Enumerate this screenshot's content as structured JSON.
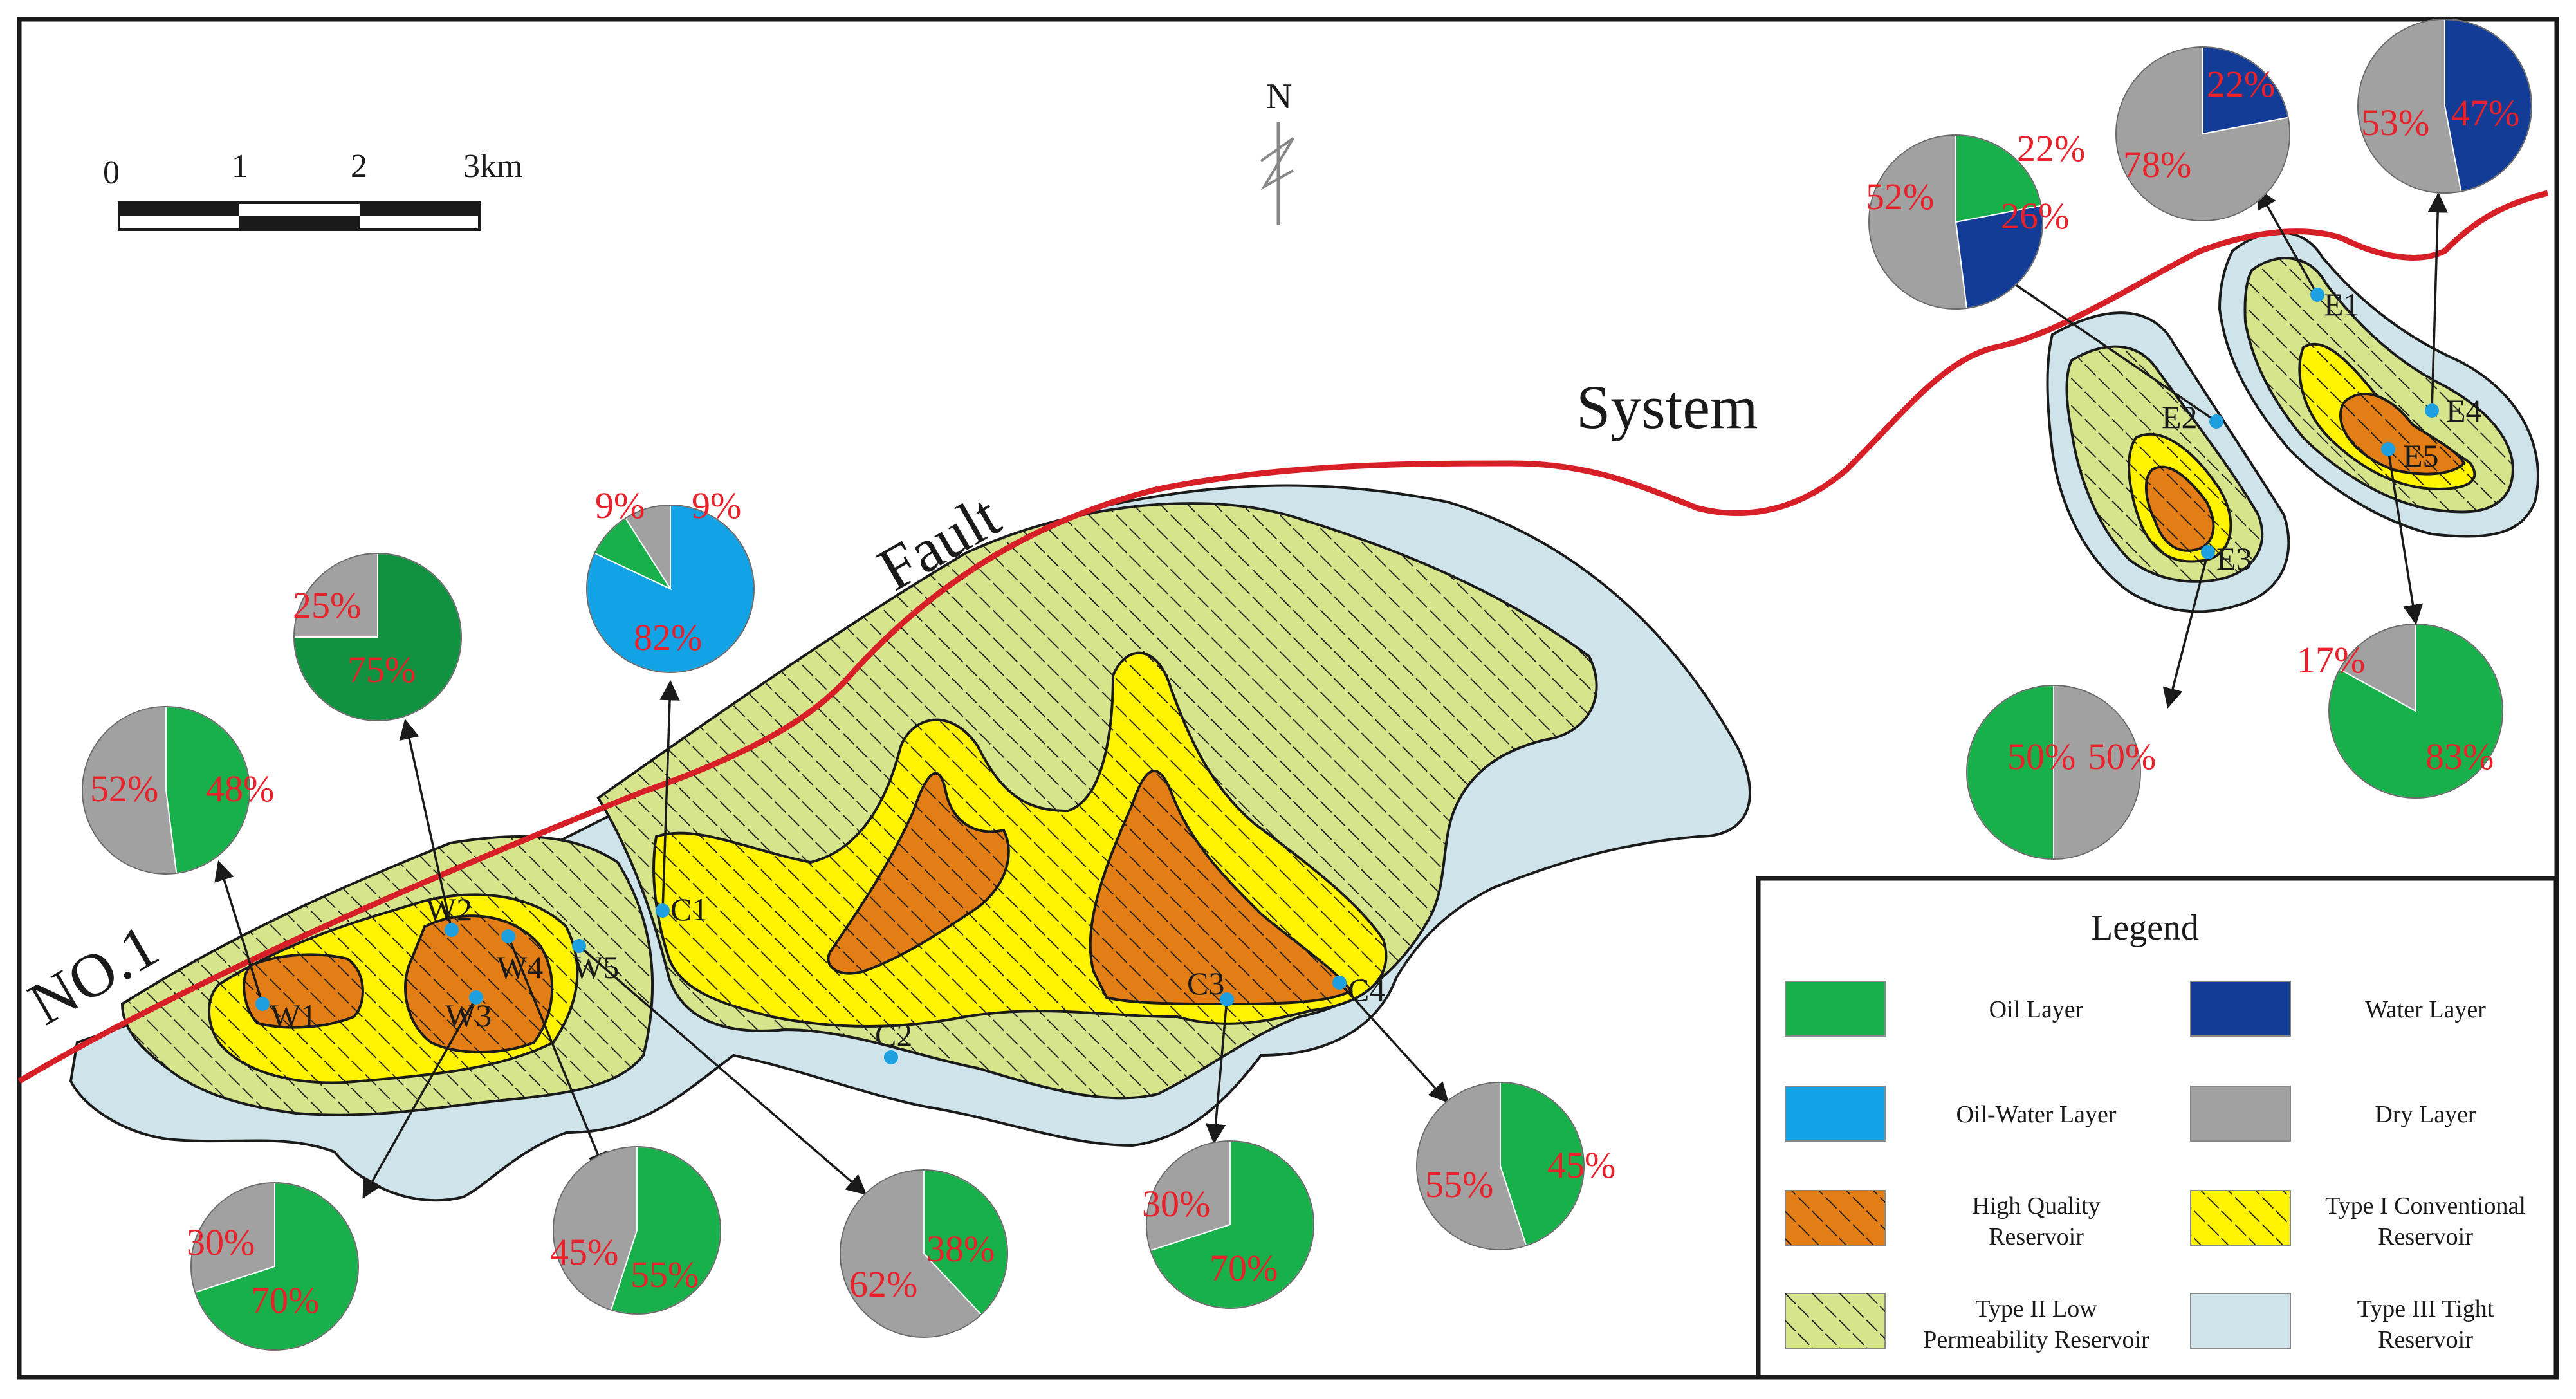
{
  "map_text": {
    "north": "N",
    "scale": [
      "0",
      "1",
      "2",
      "3km"
    ],
    "fault_words": [
      "NO.1",
      "Fault",
      "System"
    ]
  },
  "colors": {
    "oil": "#18b04a",
    "oil_dark": "#119241",
    "water": "#123c96",
    "oil_water": "#12a2e6",
    "dry": "#a1a1a1",
    "high_quality": "#e37e17",
    "type_I": "#fff300",
    "type_II": "#d6e48c",
    "type_III": "#cfe4ea",
    "fault": "#d61f26",
    "pct_text": "#e8212b"
  },
  "wells": [
    {
      "name": "W1",
      "pie": {
        "slices": [
          {
            "layer": "oil",
            "pct": 48
          },
          {
            "layer": "dry",
            "pct": 52
          }
        ],
        "labels": [
          "48%",
          "52%"
        ]
      }
    },
    {
      "name": "W2",
      "pie": {
        "slices": [
          {
            "layer": "oil",
            "pct": 75
          },
          {
            "layer": "dry",
            "pct": 25
          }
        ],
        "labels": [
          "75%",
          "25%"
        ]
      }
    },
    {
      "name": "W3",
      "pie": {
        "slices": [
          {
            "layer": "oil",
            "pct": 70
          },
          {
            "layer": "dry",
            "pct": 30
          }
        ],
        "labels": [
          "70%",
          "30%"
        ]
      }
    },
    {
      "name": "W4",
      "pie": {
        "slices": [
          {
            "layer": "oil",
            "pct": 55
          },
          {
            "layer": "dry",
            "pct": 45
          }
        ],
        "labels": [
          "55%",
          "45%"
        ]
      }
    },
    {
      "name": "W5",
      "pie": {
        "slices": [
          {
            "layer": "oil",
            "pct": 38
          },
          {
            "layer": "dry",
            "pct": 62
          }
        ],
        "labels": [
          "38%",
          "62%"
        ]
      }
    },
    {
      "name": "C1",
      "pie": {
        "slices": [
          {
            "layer": "dry",
            "pct": 9
          },
          {
            "layer": "oil_water",
            "pct": 82
          },
          {
            "layer": "oil",
            "pct": 9
          }
        ],
        "labels": [
          "9%",
          "82%",
          "9%"
        ]
      }
    },
    {
      "name": "C2",
      "pie": null
    },
    {
      "name": "C3",
      "pie": {
        "slices": [
          {
            "layer": "oil",
            "pct": 70
          },
          {
            "layer": "dry",
            "pct": 30
          }
        ],
        "labels": [
          "70%",
          "30%"
        ]
      }
    },
    {
      "name": "C4",
      "pie": {
        "slices": [
          {
            "layer": "oil",
            "pct": 45
          },
          {
            "layer": "dry",
            "pct": 55
          }
        ],
        "labels": [
          "45%",
          "55%"
        ]
      }
    },
    {
      "name": "E1",
      "pie": {
        "slices": [
          {
            "layer": "water",
            "pct": 22
          },
          {
            "layer": "dry",
            "pct": 78
          }
        ],
        "labels": [
          "22%",
          "78%"
        ]
      }
    },
    {
      "name": "E2",
      "pie": {
        "slices": [
          {
            "layer": "oil",
            "pct": 22
          },
          {
            "layer": "water",
            "pct": 26
          },
          {
            "layer": "dry",
            "pct": 52
          }
        ],
        "labels": [
          "22%",
          "26%",
          "52%"
        ]
      }
    },
    {
      "name": "E3",
      "pie": {
        "slices": [
          {
            "layer": "dry",
            "pct": 50
          },
          {
            "layer": "oil",
            "pct": 50
          }
        ],
        "labels": [
          "50%",
          "50%"
        ]
      }
    },
    {
      "name": "E4",
      "pie": {
        "slices": [
          {
            "layer": "water",
            "pct": 47
          },
          {
            "layer": "dry",
            "pct": 53
          }
        ],
        "labels": [
          "47%",
          "53%"
        ]
      }
    },
    {
      "name": "E5",
      "pie": {
        "slices": [
          {
            "layer": "oil",
            "pct": 83
          },
          {
            "layer": "dry",
            "pct": 17
          }
        ],
        "labels": [
          "83%",
          "17%"
        ]
      }
    }
  ],
  "legend": {
    "title": "Legend",
    "items": [
      {
        "label": [
          "Oil Layer"
        ],
        "swatch": "oil"
      },
      {
        "label": [
          "Water Layer"
        ],
        "swatch": "water"
      },
      {
        "label": [
          "Oil-Water Layer"
        ],
        "swatch": "oil_water"
      },
      {
        "label": [
          "Dry Layer"
        ],
        "swatch": "dry"
      },
      {
        "label": [
          "High Quality",
          "Reservoir"
        ],
        "swatch": "high_quality"
      },
      {
        "label": [
          "Type I Conventional",
          "Reservoir"
        ],
        "swatch": "type_I"
      },
      {
        "label": [
          "Type II Low",
          "Permeability Reservoir"
        ],
        "swatch": "type_II"
      },
      {
        "label": [
          "Type III Tight",
          "Reservoir"
        ],
        "swatch": "type_III"
      }
    ]
  }
}
